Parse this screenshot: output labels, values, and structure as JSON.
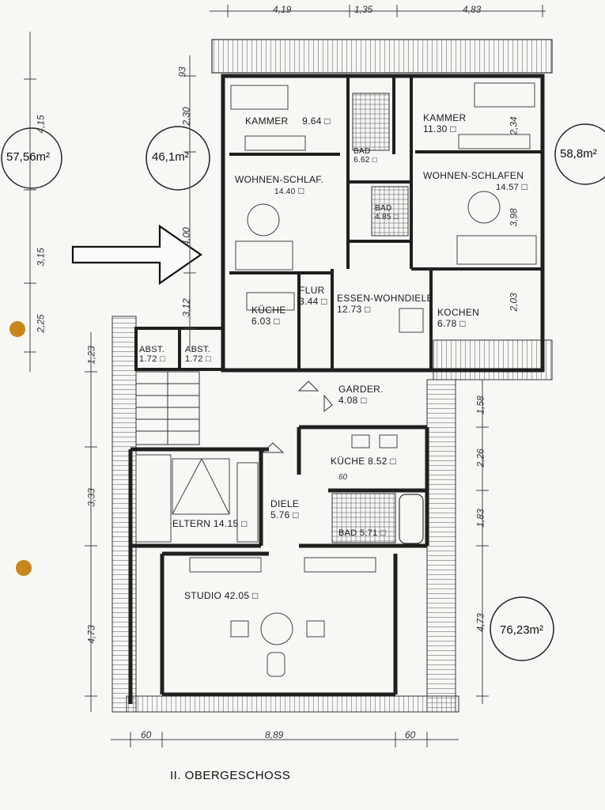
{
  "floor_title": "II. OBERGESCHOSS",
  "apartment_areas": {
    "left": "57,56m²",
    "mid": "46,1m²",
    "right": "58,8m²",
    "lower": "76,23m²"
  },
  "rooms": {
    "kammer_left": {
      "name": "KAMMER",
      "area": "9.64"
    },
    "bad_left": {
      "name": "BAD",
      "area": "6.62"
    },
    "kammer_right": {
      "name": "KAMMER",
      "area": "11.30"
    },
    "wohnen_schlaf_left": {
      "name": "WOHNEN-SCHLAF.",
      "area": "14.40"
    },
    "bad_center": {
      "name": "BAD",
      "area": "4.85"
    },
    "wohnen_schlafen_right": {
      "name": "WOHNEN-SCHLAFEN",
      "area": "14.57"
    },
    "kueche_left": {
      "name": "KÜCHE",
      "area": "6.03"
    },
    "flur": {
      "name": "FLUR",
      "area": "3.44"
    },
    "essen_wohndiele": {
      "name": "ESSEN-WOHNDIELE",
      "area": "12.73"
    },
    "kochen": {
      "name": "KOCHEN",
      "area": "6.78"
    },
    "abst_1": {
      "name": "ABST.",
      "area": "1.72"
    },
    "abst_2": {
      "name": "ABST.",
      "area": "1.72"
    },
    "garder": {
      "name": "GARDER.",
      "area": "4.08"
    },
    "kueche_lower": {
      "name": "KÜCHE",
      "area": "8.52"
    },
    "eltern": {
      "name": "ELTERN",
      "area": "14.15"
    },
    "diele": {
      "name": "DIELE",
      "area": "5.76"
    },
    "bad_lower": {
      "name": "BAD",
      "area": "5.71"
    },
    "studio": {
      "name": "STUDIO",
      "area": "42.05"
    }
  },
  "area_unit_symbol": "□",
  "dimensions": {
    "top": [
      "4,19",
      "1,35",
      "4,83"
    ],
    "bottom": [
      "60",
      "8,89",
      "60"
    ],
    "left": [
      "4,15",
      "3,15",
      "2,25",
      "1,23",
      "3,33",
      "4,73"
    ],
    "mid_left": [
      "93",
      "2,30",
      "4,00",
      "3,12"
    ],
    "right_inner": [
      "2,34",
      "3,98",
      "2,03"
    ],
    "right": [
      "1,58",
      "2,26",
      "1,83",
      "4,73"
    ],
    "small": "60"
  },
  "colors": {
    "paper": "#f7f7f4",
    "ink": "#1f1f1f",
    "wall": "#2a2a2a",
    "hatch": "#555555",
    "stain": "#c8861a"
  },
  "icons": [
    "arrow-right-icon"
  ]
}
